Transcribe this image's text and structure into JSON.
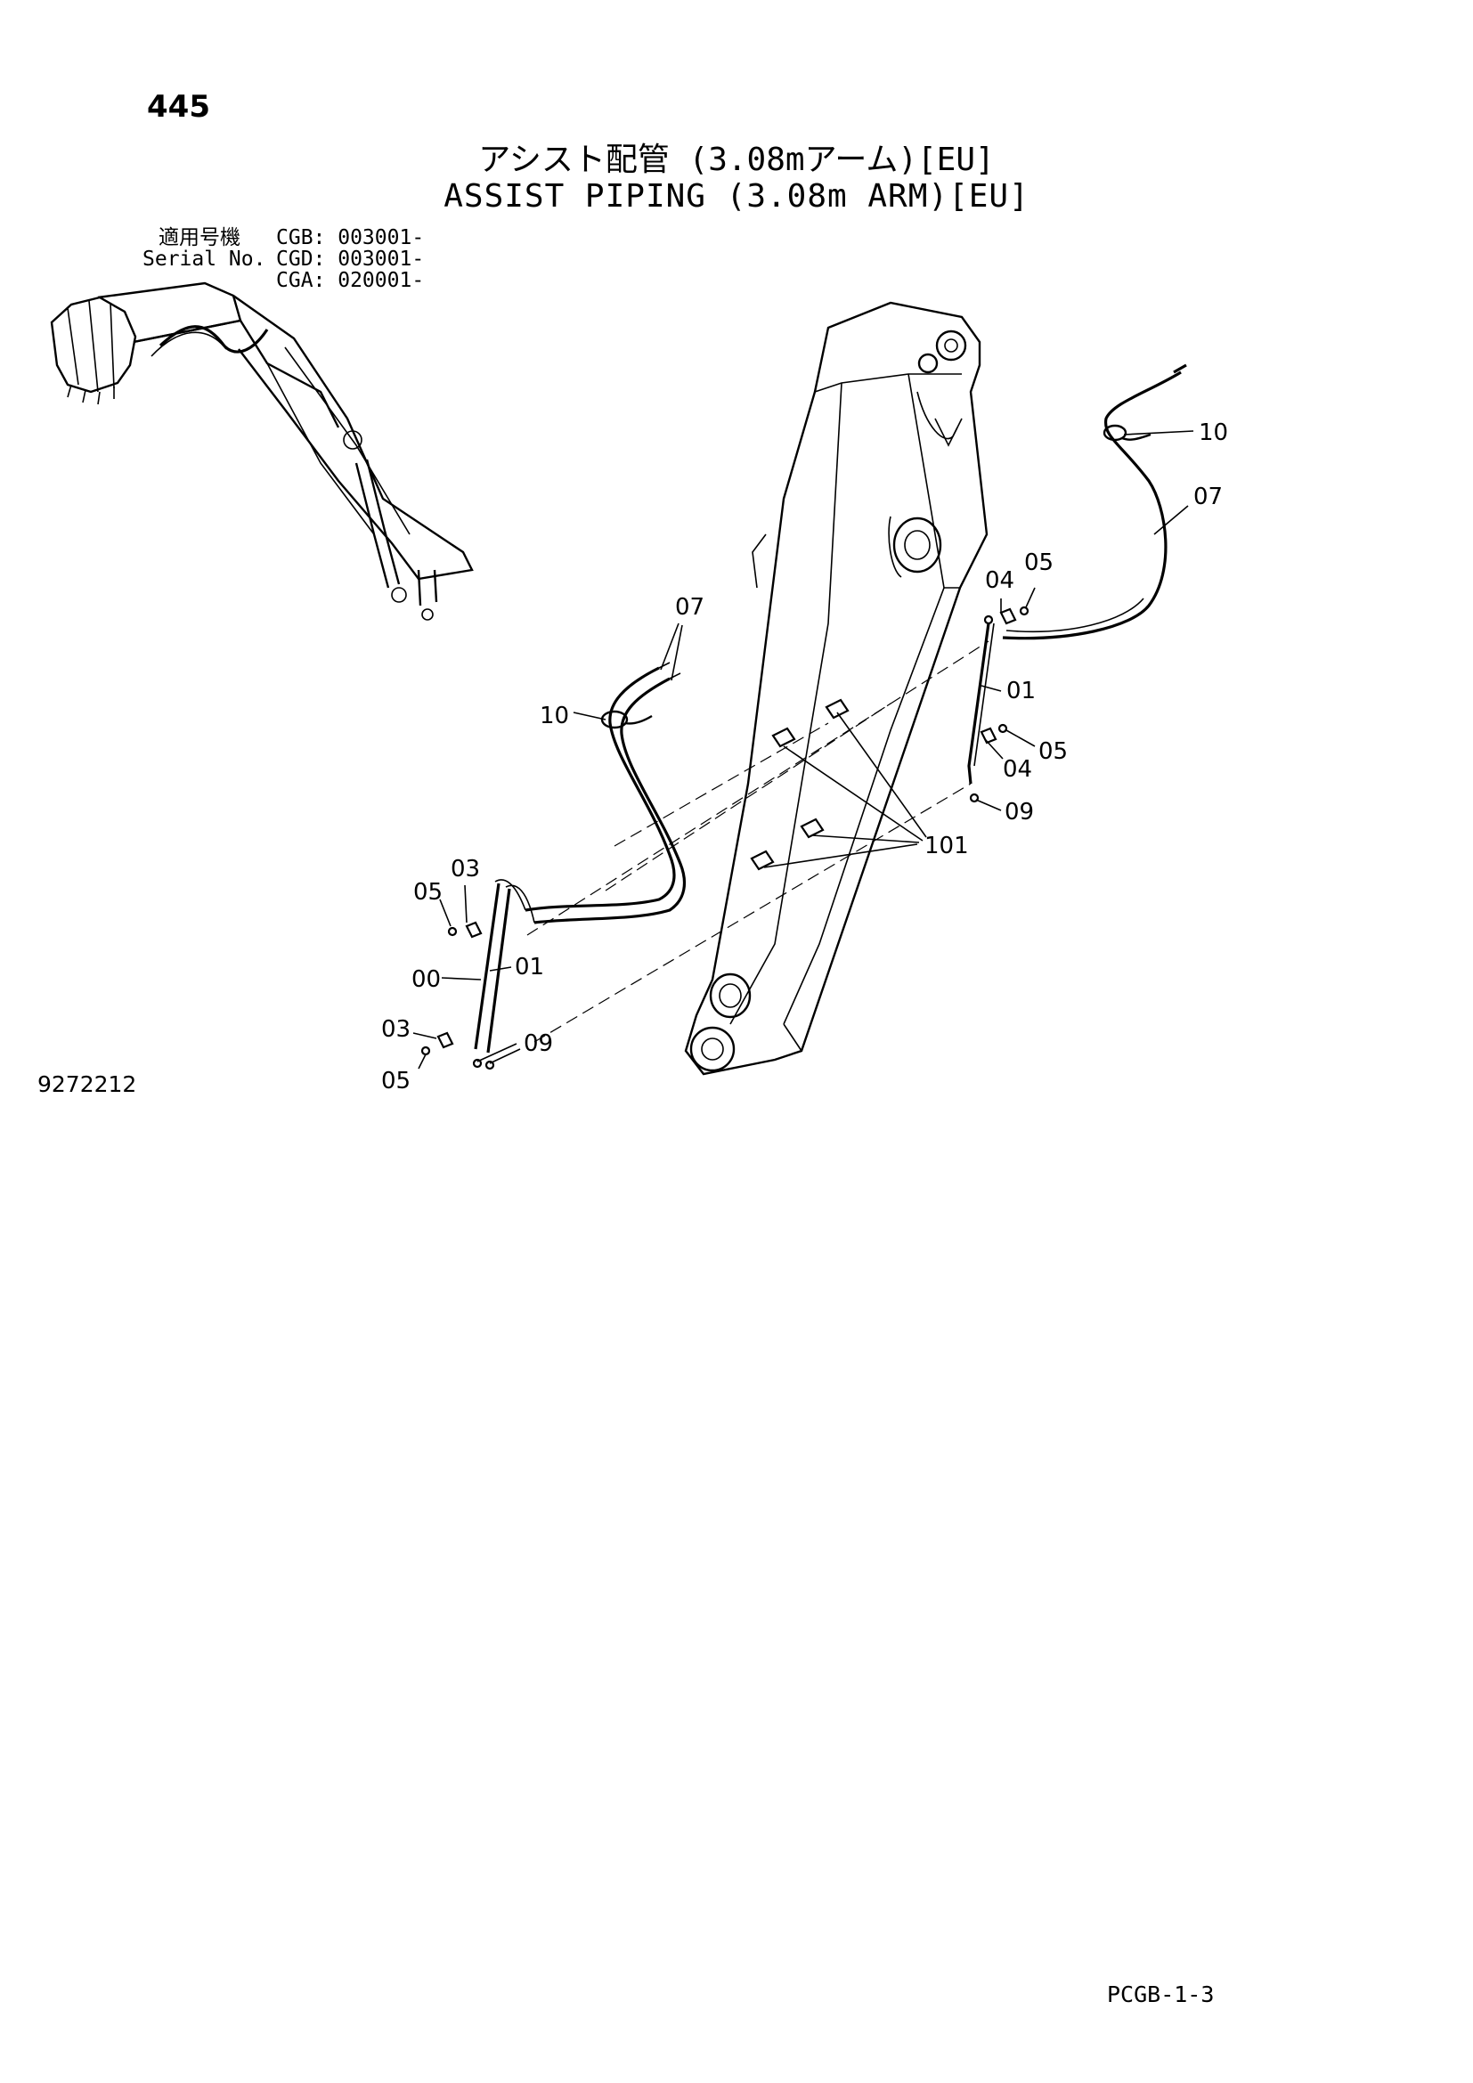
{
  "page_number": "445",
  "title_jp": "アシスト配管 (3.08mアーム)[EU]",
  "title_en": "ASSIST PIPING (3.08m ARM)[EU]",
  "serial": {
    "label_jp": "適用号機",
    "label_en": "Serial No.",
    "codes": [
      "CGB: 003001-",
      "CGD: 003001-",
      "CGA: 020001-"
    ]
  },
  "figure_number": "9272212",
  "page_code": "PCGB-1-3",
  "callouts": {
    "right_hose_clamp": "10",
    "right_hose": "07",
    "right_upper_clamp": "04",
    "right_upper_bolt": "05",
    "right_pipe": "01",
    "right_lower_bolt": "05",
    "right_lower_clamp": "04",
    "right_fitting": "09",
    "left_hoses": "07",
    "left_hose_clamp": "10",
    "brackets": "101",
    "left_upper_clamp": "03",
    "left_upper_bolt": "05",
    "left_pipe_assembly": "00",
    "left_pipe": "01",
    "left_lower_clamp": "03",
    "left_fittings": "09",
    "left_lower_bolt": "05"
  }
}
